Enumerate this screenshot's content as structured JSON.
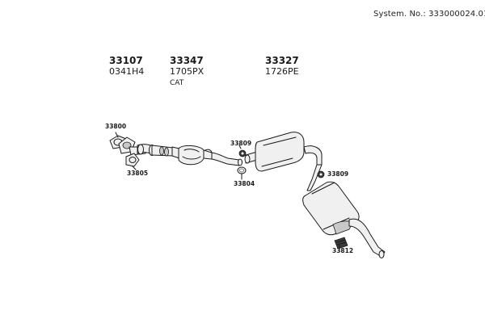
{
  "header": {
    "system_no": "System. No.: 333000024.01"
  },
  "parts": [
    {
      "number": "33107",
      "code": "0341H4"
    },
    {
      "number": "33347",
      "code": "1705PX",
      "note": "CAT"
    },
    {
      "number": "33327",
      "code": "1726PE"
    }
  ],
  "callouts": {
    "c33800": "33800",
    "c33805": "33805",
    "c33809a": "33809",
    "c33804": "33804",
    "c33809b": "33809",
    "c33812": "33812"
  }
}
